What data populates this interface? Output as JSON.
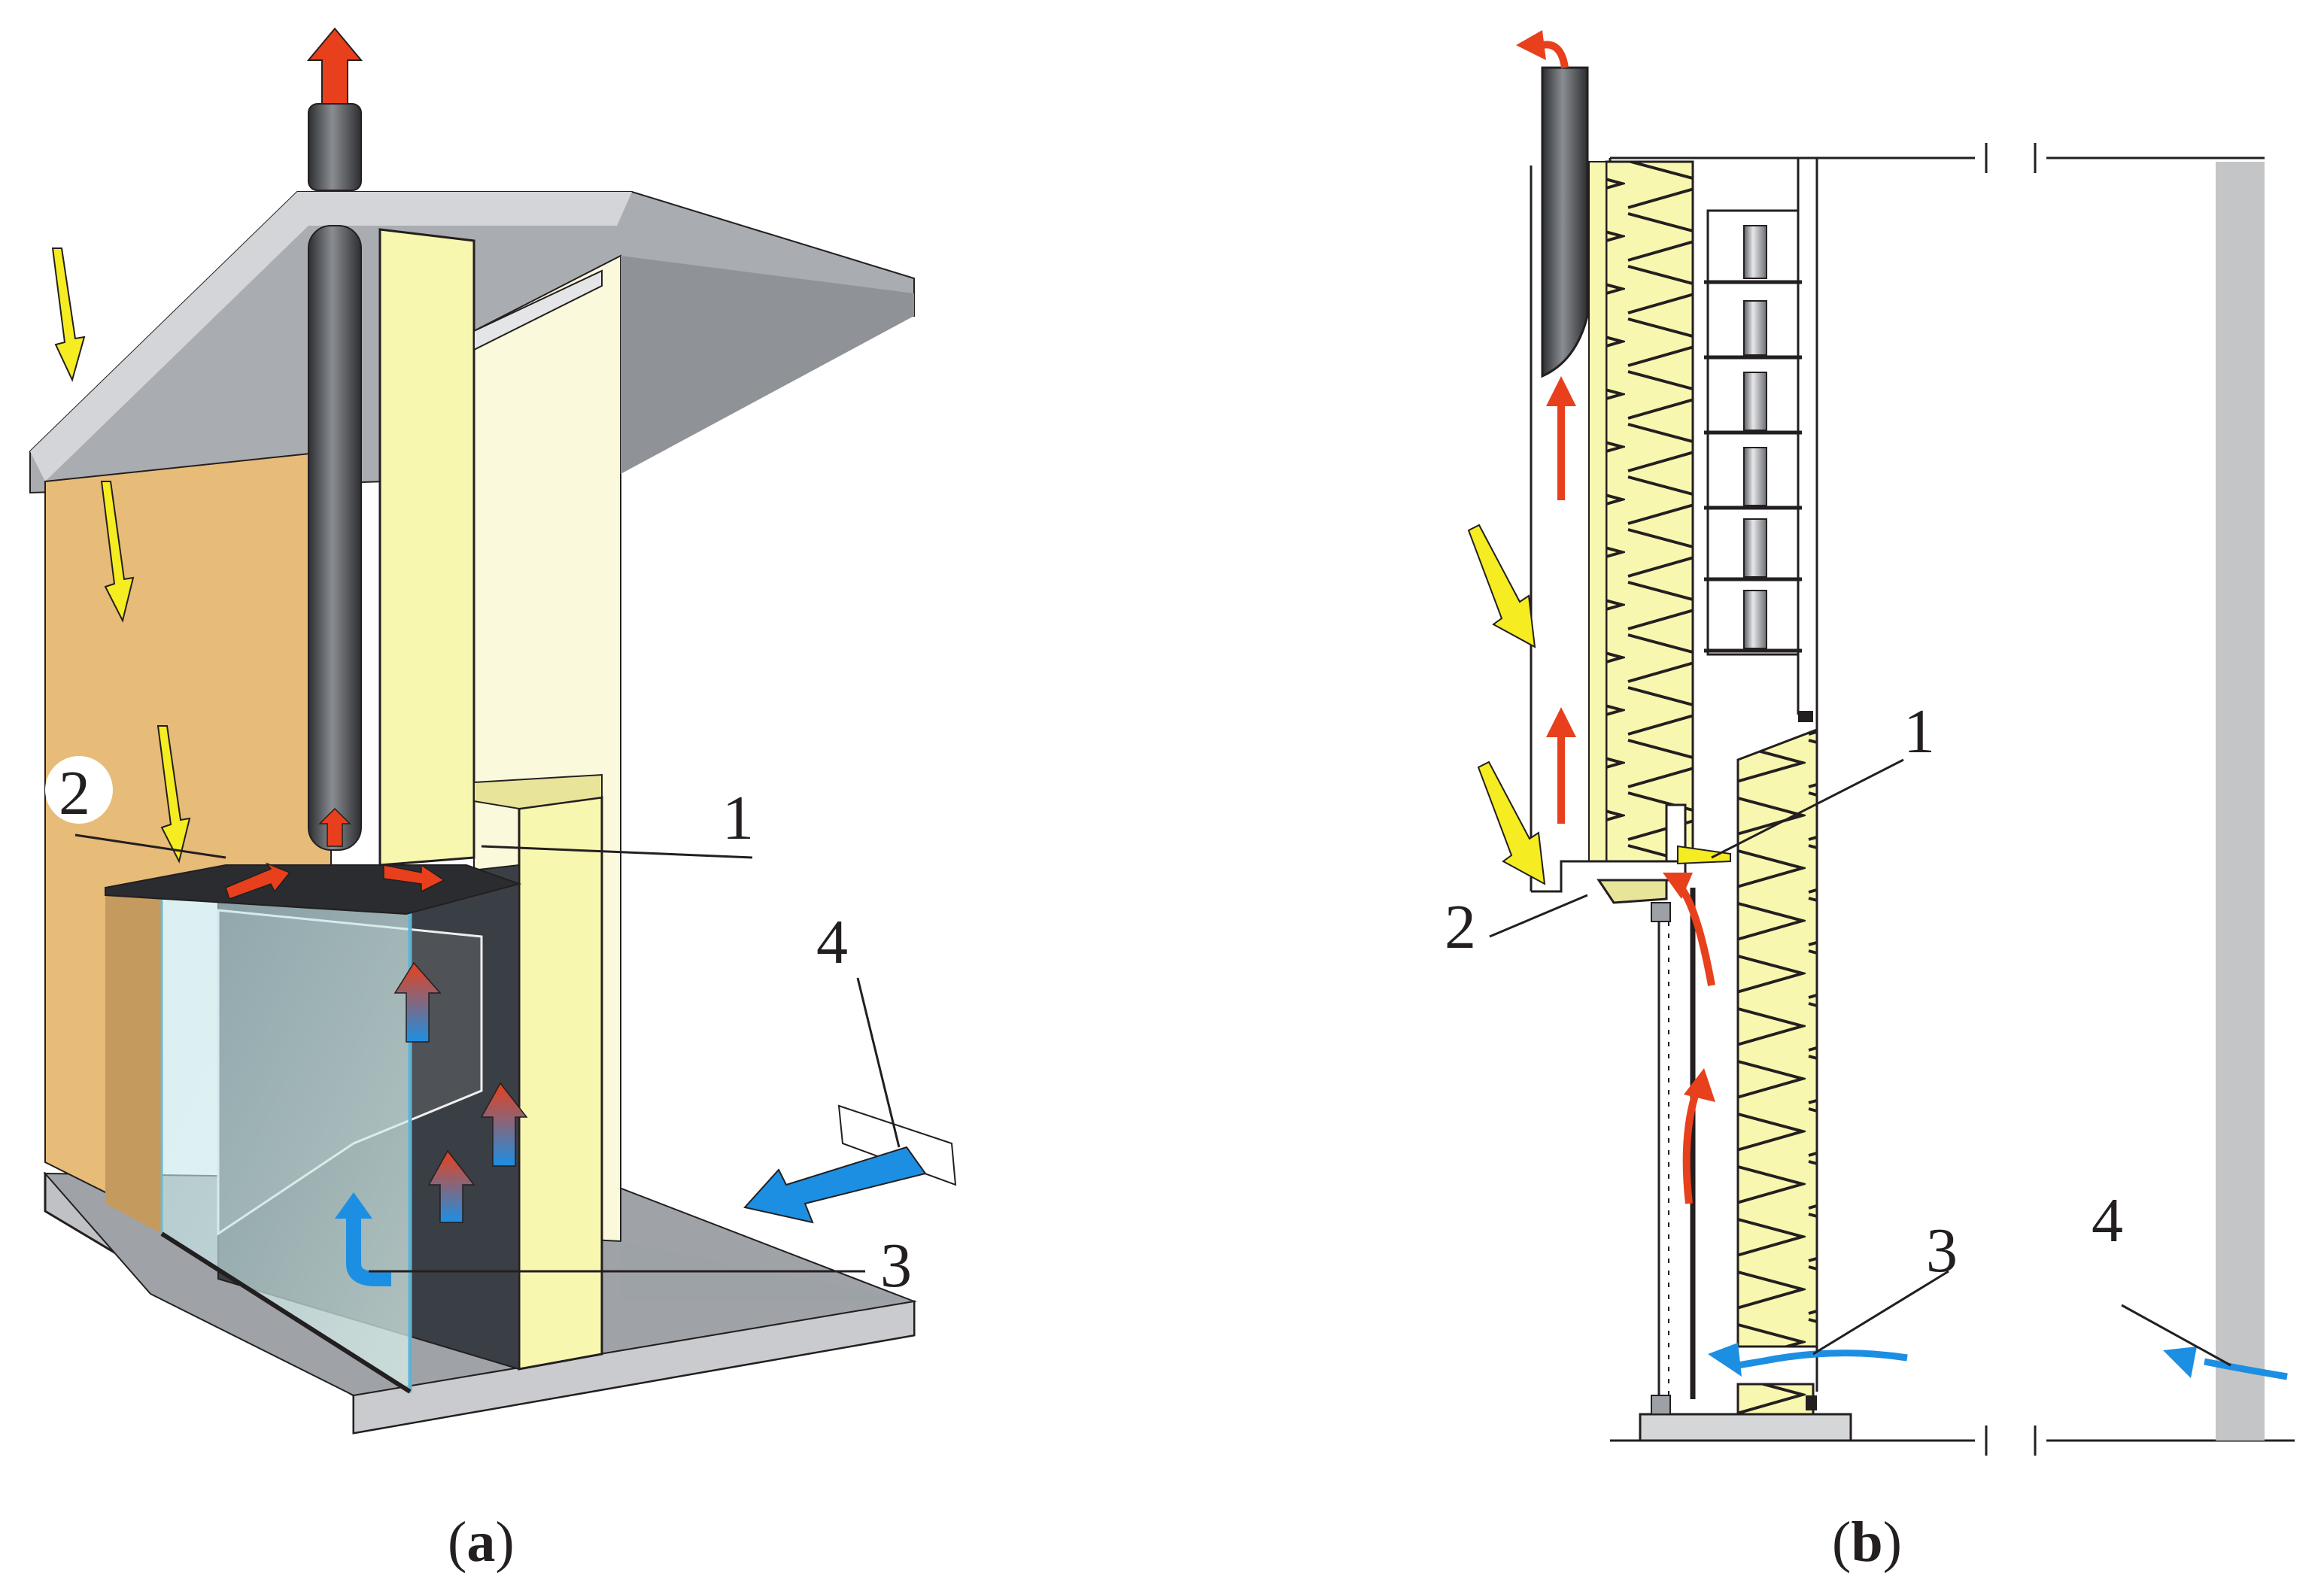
{
  "labels": {
    "a1": "1",
    "a2": "2",
    "a3": "3",
    "a4": "4",
    "b1": "1",
    "b2": "2",
    "b3": "3",
    "b4": "4"
  },
  "captions": {
    "a_open": "(",
    "a_letter": "a",
    "a_close": ")",
    "b_open": "(",
    "b_letter": "b",
    "b_close": ")"
  },
  "colors": {
    "insulation": "#f8f7b0",
    "exterior_wall": "#e7bb78",
    "roof": "#a9adb1",
    "dark_panel": "#3a3f45",
    "chimney": "#4a4d52",
    "warm_air": "#e8401c",
    "cold_air": "#1c8fe3",
    "solar": "#f5ec22"
  }
}
